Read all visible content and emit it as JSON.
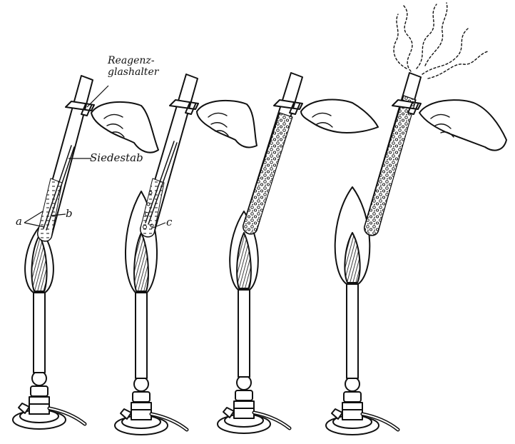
{
  "labels": {
    "holder_line1": "Reagenz-",
    "holder_line2": "glashalter",
    "rod": "Siedestab",
    "a": "a",
    "b": "b",
    "c": "c"
  },
  "colors": {
    "ink": "#111111",
    "paper": "#ffffff"
  }
}
